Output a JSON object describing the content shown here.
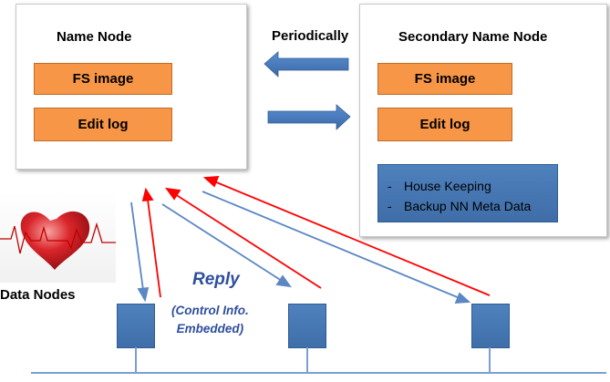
{
  "name_node": {
    "title": "Name Node",
    "fs_image": "FS image",
    "edit_log": "Edit log"
  },
  "secondary_name_node": {
    "title": "Secondary Name Node",
    "fs_image": "FS image",
    "edit_log": "Edit log",
    "meta_items": [
      {
        "dash": "-",
        "text": "House Keeping"
      },
      {
        "dash": "-",
        "text": "Backup NN Meta Data"
      }
    ]
  },
  "periodically_label": "Periodically",
  "data_nodes_label": "Data Nodes",
  "reply": {
    "title": "Reply",
    "subtitle_line1": "(Control Info.",
    "subtitle_line2": "Embedded)"
  },
  "colors": {
    "orange": "#f79646",
    "blue": "#4f81bd",
    "red_arrow": "#ff0000",
    "blue_arrow": "#5b87c5",
    "reply_text": "#2e4f9e"
  },
  "icons": {
    "heartbeat": "heart-ekg-icon"
  }
}
